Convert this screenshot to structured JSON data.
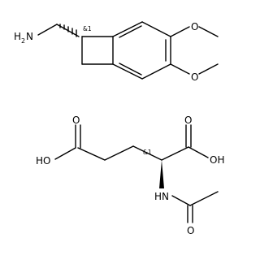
{
  "molecules": [
    {
      "atoms": {
        "amine_n": "H",
        "amine_n_sub": "2",
        "amine_n_tail": "N",
        "stereo": "&1",
        "ome1_o": "O",
        "ome2_o": "O"
      }
    },
    {
      "atoms": {
        "acid1_oh": "HO",
        "acid1_o": "O",
        "acid2_o": "O",
        "acid2_oh": "OH",
        "stereo": "&1",
        "nh": "HN",
        "amide_o": "O"
      }
    }
  ]
}
